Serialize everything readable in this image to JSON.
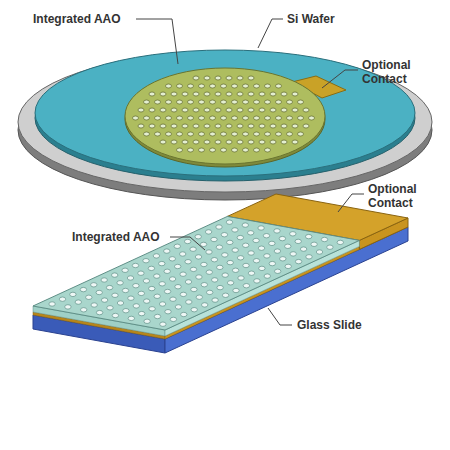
{
  "diagram": {
    "labels": [
      "Integrated AAO",
      "Si Wafer",
      "Optional Contact",
      "Optional Contact",
      "Integrated AAO",
      "Glass Slide"
    ]
  }
}
